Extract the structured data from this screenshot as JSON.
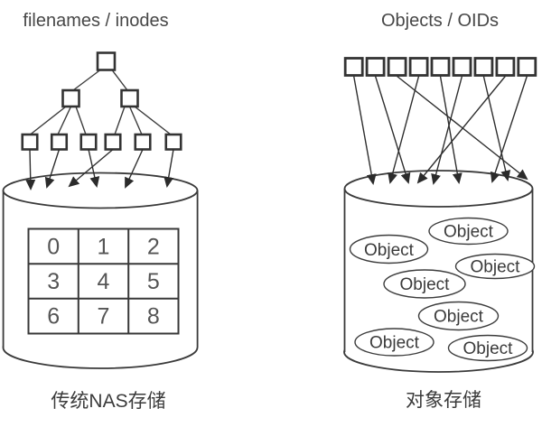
{
  "left_panel": {
    "title": "filenames / inodes",
    "caption": "传统NAS存储",
    "grid_cells": [
      "0",
      "1",
      "2",
      "3",
      "4",
      "5",
      "6",
      "7",
      "8"
    ]
  },
  "right_panel": {
    "title": "Objects / OIDs",
    "caption": "对象存储",
    "objects": [
      "Object",
      "Object",
      "Object",
      "Object",
      "Object",
      "Object",
      "Object"
    ]
  },
  "colors": {
    "line": "#2e2e2e",
    "box_border": "#333333",
    "title_text": "#474747",
    "caption_text": "#3b3b3b",
    "grid_number": "#555555",
    "background": "#ffffff"
  }
}
